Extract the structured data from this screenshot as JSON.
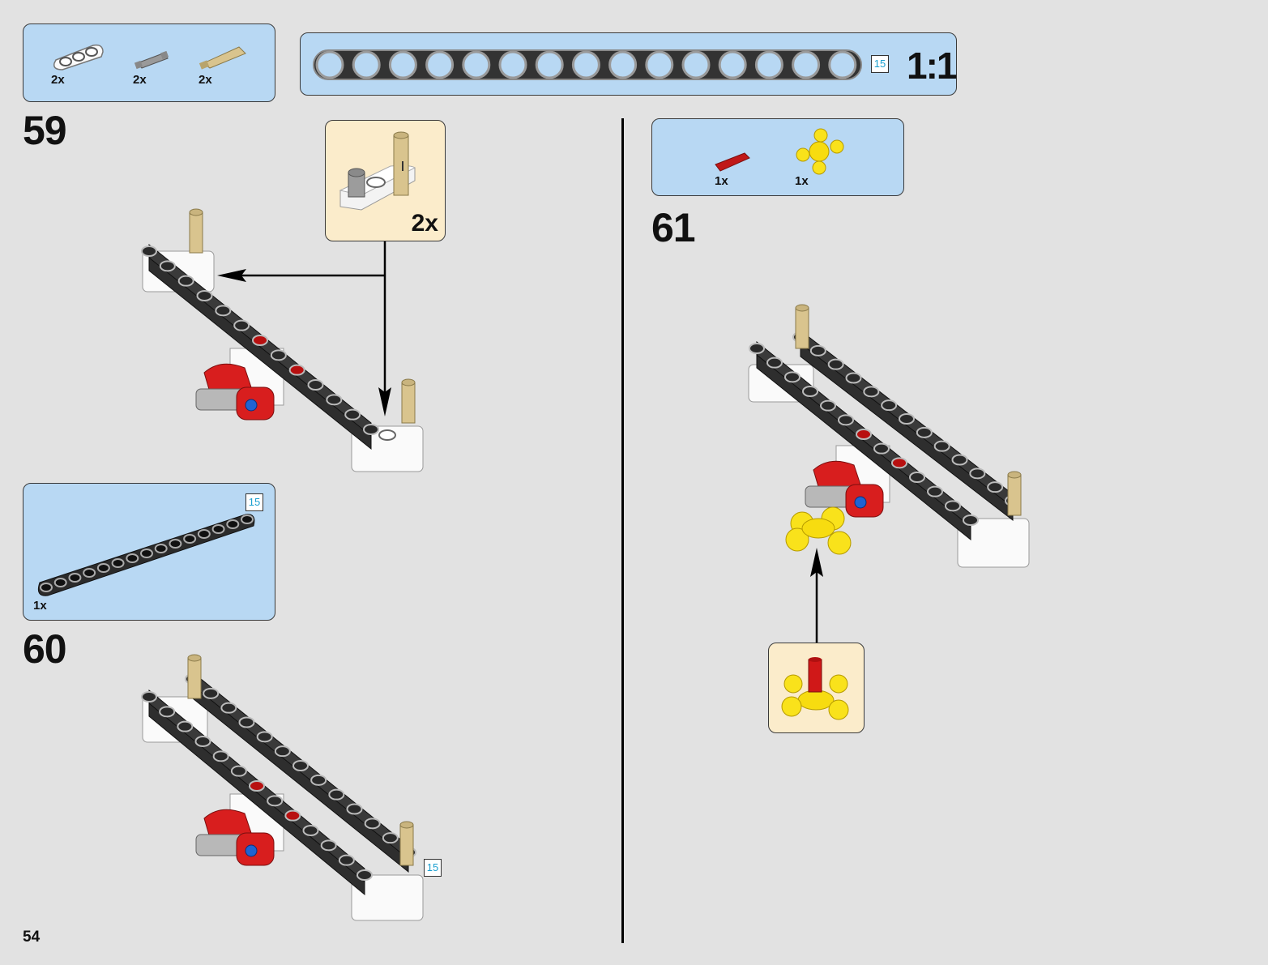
{
  "page": {
    "number": "54",
    "background": "#e2e2e2"
  },
  "colors": {
    "parts_bg": "#b8d8f3",
    "callout_bg": "#fbeccb",
    "length_badge_text": "#1a9fd0",
    "beam_black": "#2e2e2e",
    "pin_tan": "#d9c48e",
    "red": "#d81e1e",
    "yellow": "#f9e21b"
  },
  "top_parts_box": {
    "parts": [
      {
        "name": "white-3-beam",
        "qty": "2x"
      },
      {
        "name": "gray-pin",
        "qty": "2x"
      },
      {
        "name": "tan-axle-pin",
        "qty": "2x"
      }
    ]
  },
  "scale_ruler": {
    "holes": 15,
    "length_badge": "15",
    "scale_label": "1:1"
  },
  "steps": [
    {
      "number": "59",
      "callout": {
        "qty": "2x",
        "contents": "white 3-beam with gray pin and tan axle pin"
      }
    },
    {
      "number": "60",
      "parts": [
        {
          "name": "black-15-beam",
          "qty": "1x",
          "length_badge": "15"
        }
      ],
      "length_badge": "15"
    },
    {
      "number": "61",
      "parts": [
        {
          "name": "red-axle",
          "qty": "1x"
        },
        {
          "name": "yellow-hub",
          "qty": "1x"
        }
      ],
      "callout": {
        "contents": "yellow hub with red axle"
      }
    }
  ]
}
